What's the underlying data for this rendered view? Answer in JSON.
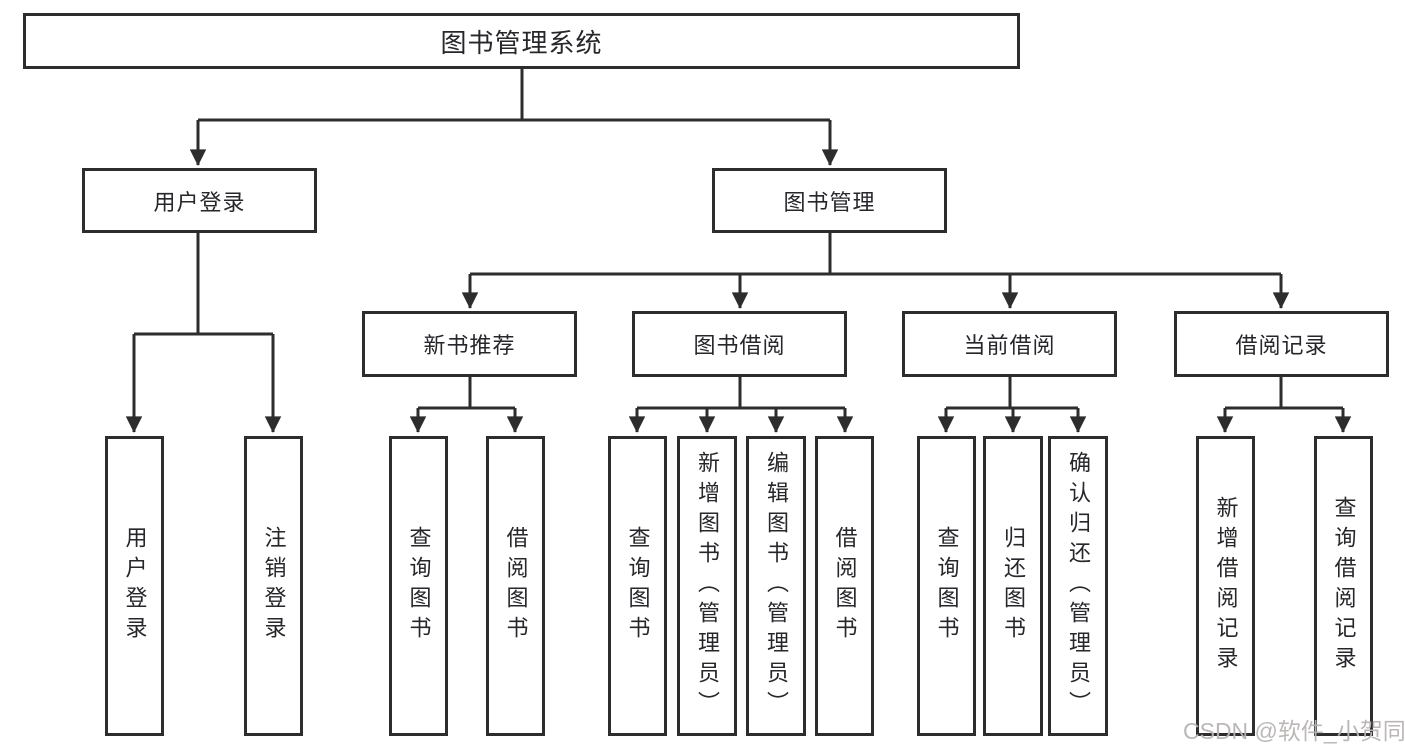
{
  "diagram": {
    "root": {
      "label": "图书管理系统"
    },
    "level2": {
      "user_login": {
        "label": "用户登录"
      },
      "book_management": {
        "label": "图书管理"
      }
    },
    "user_login_children": [
      {
        "label": "用户登录"
      },
      {
        "label": "注销登录"
      }
    ],
    "book_management_children": [
      {
        "label": "新书推荐"
      },
      {
        "label": "图书借阅"
      },
      {
        "label": "当前借阅"
      },
      {
        "label": "借阅记录"
      }
    ],
    "new_book_children": [
      {
        "label": "查询图书"
      },
      {
        "label": "借阅图书"
      }
    ],
    "borrow_children": [
      {
        "label": "查询图书"
      },
      {
        "label": "新增图书（管理员）"
      },
      {
        "label": "编辑图书（管理员）"
      },
      {
        "label": "借阅图书"
      }
    ],
    "current_children": [
      {
        "label": "查询图书"
      },
      {
        "label": "归还图书"
      },
      {
        "label": "确认归还（管理员）"
      }
    ],
    "record_children": [
      {
        "label": "新增借阅记录"
      },
      {
        "label": "查询借阅记录"
      }
    ],
    "watermark": "CSDN @软件_小贺同学",
    "colors": {
      "line": "#2d2d2d",
      "box_border": "#2d2d2d",
      "box_fill": "#ffffff",
      "text": "#26262b",
      "watermark": "#b9b4b4",
      "background": "#ffffff"
    }
  }
}
